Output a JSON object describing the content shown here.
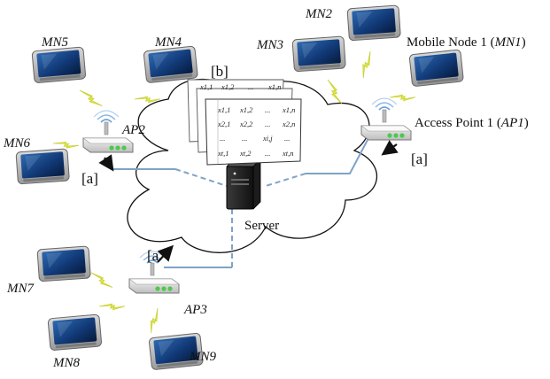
{
  "colors": {
    "accent": "#7fa3c7",
    "lightning": "#dfe84a",
    "ap_led": "#4cc94c"
  },
  "nodes": {
    "mn1": {
      "prefix": "Mobile Node 1 (",
      "abbr": "MN1",
      "suffix": ")"
    },
    "mn2": "MN2",
    "mn3": "MN3",
    "mn4": "MN4",
    "mn5": "MN5",
    "mn6": "MN6",
    "mn7": "MN7",
    "mn8": "MN8",
    "mn9": "MN9"
  },
  "access_points": {
    "ap1": {
      "prefix": "Access Point 1 (",
      "abbr": "AP1",
      "suffix": ")"
    },
    "ap2": "AP2",
    "ap3": "AP3"
  },
  "server_label": "Server",
  "matrix_label": "[b]",
  "link_labels": {
    "ap1": "[a]",
    "ap2": "[a]",
    "ap3": "[a"
  },
  "matrix": {
    "back_row": [
      "x1,1",
      "x1,2",
      "...",
      "x1,n"
    ],
    "rows": [
      [
        "x1,1",
        "x1,2",
        "...",
        "x1,n"
      ],
      [
        "x2,1",
        "x2,2",
        "...",
        "x2,n"
      ],
      [
        "...",
        "...",
        "xi,j",
        "..."
      ],
      [
        "xt,1",
        "xt,2",
        "...",
        "xt,n"
      ]
    ]
  }
}
